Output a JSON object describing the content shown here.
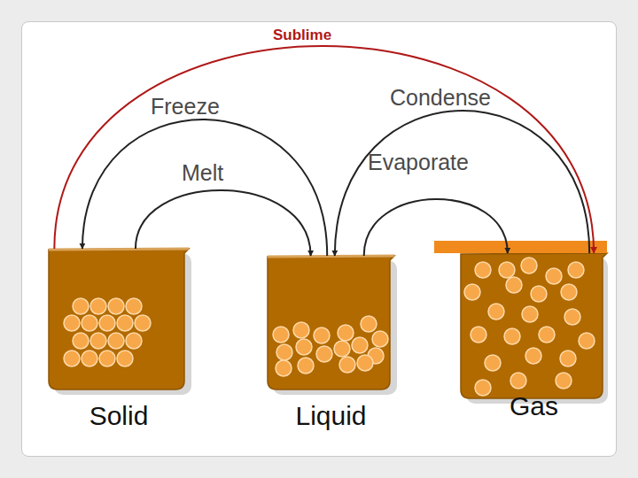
{
  "diagram": {
    "nodes": [
      {
        "text": [
          "Solid"
        ]
      },
      {
        "text": [
          "Liquid"
        ]
      },
      {
        "text": [
          "Gas"
        ]
      }
    ],
    "edges": [
      {
        "from": 0,
        "to": 2,
        "label": "Sublime",
        "arrow": "to"
      },
      {
        "from": 1,
        "to": 0,
        "label": "Freeze",
        "arrow": "to"
      },
      {
        "from": 2,
        "to": 1,
        "label": "Condense",
        "arrow": "to"
      },
      {
        "from": 0,
        "to": 1,
        "label": "Melt",
        "arrow": "to"
      },
      {
        "from": 1,
        "to": 2,
        "label": "Evaporate",
        "arrow": "to"
      }
    ]
  }
}
